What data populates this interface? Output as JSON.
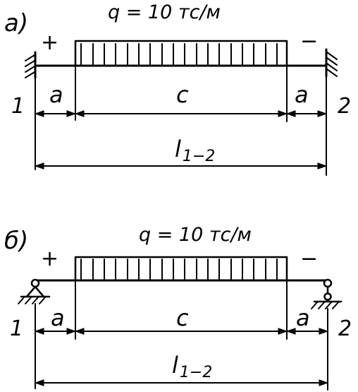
{
  "diagrams": [
    {
      "panel_label": "а)",
      "load_label": "q = 10 тс/м",
      "end_left_sign": "+",
      "end_right_sign": "−",
      "node_left": "1",
      "node_right": "2",
      "seg_left": "a",
      "seg_mid": "c",
      "seg_right": "a",
      "span_label": "l",
      "span_subscript": "1−2",
      "support_type": "fixed"
    },
    {
      "panel_label": "б)",
      "load_label": "q = 10 тс/м",
      "end_left_sign": "+",
      "end_right_sign": "−",
      "node_left": "1",
      "node_right": "2",
      "seg_left": "a",
      "seg_mid": "c",
      "seg_right": "a",
      "span_label": "l",
      "span_subscript": "1−2",
      "support_type": "pinned"
    }
  ]
}
